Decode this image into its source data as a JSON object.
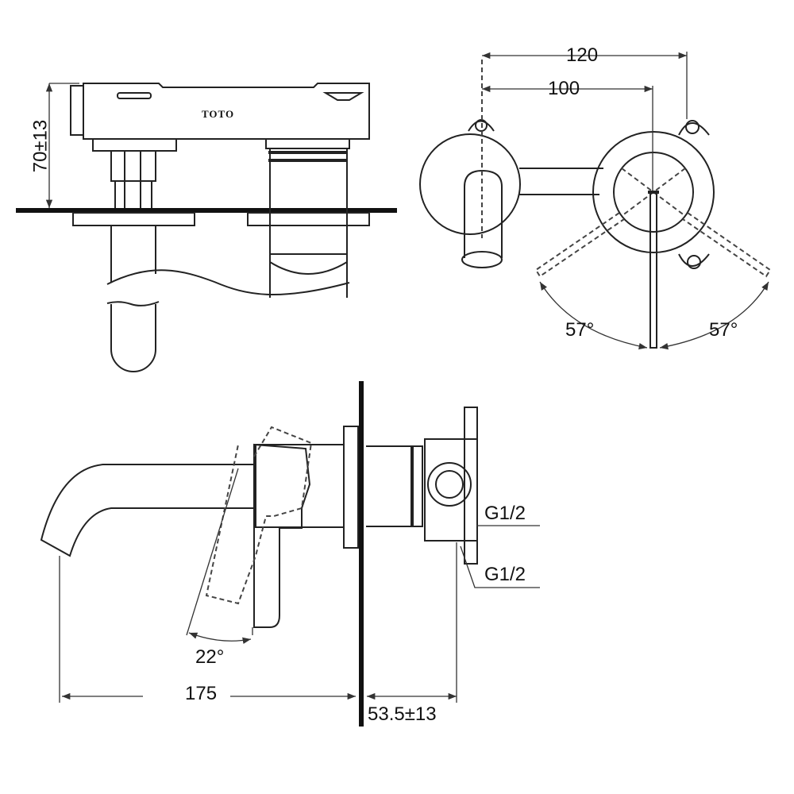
{
  "brand_logo": "TOTO",
  "top_view": {
    "height_dim": "70±13"
  },
  "front_view": {
    "dim_outer": "120",
    "dim_inner": "100",
    "angle_left": "57°",
    "angle_right": "57°"
  },
  "side_view": {
    "dim_projection": "175",
    "dim_depth": "53.5±13",
    "angle_lever": "22°",
    "inlet_1": "G1/2",
    "inlet_2": "G1/2"
  }
}
